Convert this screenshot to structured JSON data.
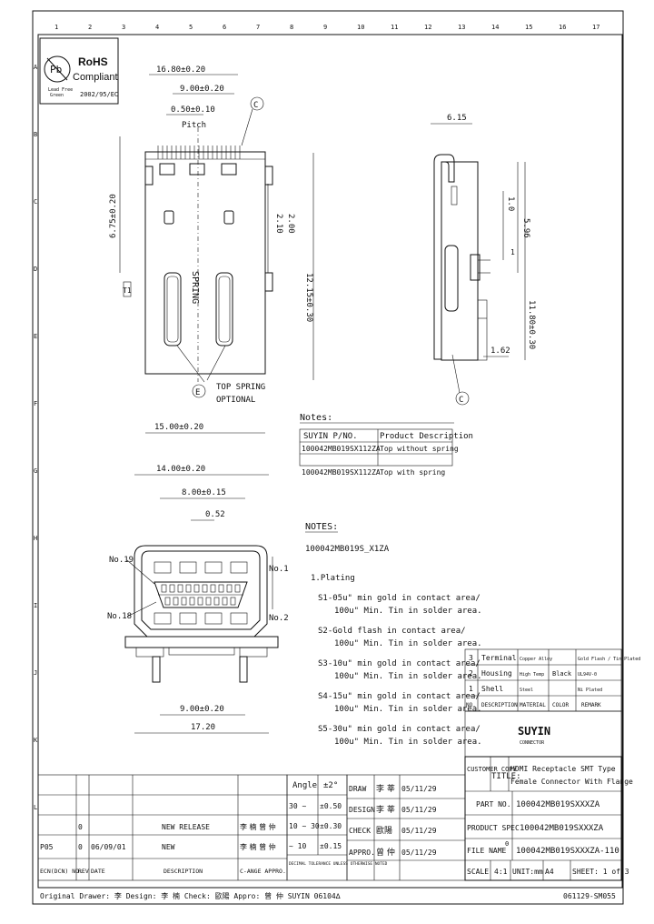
{
  "frame": {
    "columns": [
      "1",
      "2",
      "3",
      "4",
      "5",
      "6",
      "7",
      "8",
      "9",
      "10",
      "11",
      "12",
      "13",
      "14",
      "15",
      "16",
      "17"
    ],
    "rows": [
      "A",
      "B",
      "C",
      "D",
      "E",
      "F",
      "G",
      "H",
      "I",
      "J",
      "K",
      "L"
    ]
  },
  "rohs": {
    "title": "RoHS",
    "subtitle": "Compliant",
    "code": "2002/95/EC",
    "pb_text": "Pb",
    "pb_label_1": "Lead Free",
    "pb_label_2": "Green"
  },
  "top_view": {
    "dim_overall": "16.80±0.20",
    "dim_inner": "9.00±0.20",
    "dim_pitch": "0.50±0.10",
    "pitch_label": "Pitch",
    "dim_left_vert": "6.75±0.20",
    "dim_right_1": "2.10",
    "dim_right_2": "2.00",
    "dim_right_total": "12.15±0.30",
    "dim_bottom": "15.00±0.20",
    "spring_text": "SPRING",
    "balloon_c": "C",
    "balloon_e": "E",
    "side_mark": "T1",
    "top_spring_label": "TOP SPRING",
    "top_spring_label2": "OPTIONAL"
  },
  "side_view": {
    "dim_top": "6.15",
    "dim_vert_1": "1.0",
    "dim_vert_2": "5.96",
    "dim_vert_3": "1",
    "dim_vert_total": "11.80±0.30",
    "dim_low": "1.62",
    "balloon_c": "C"
  },
  "notes": {
    "title": "Notes:",
    "col_pn": "SUYIN P/NO.",
    "col_desc": "Product Description",
    "rows": [
      {
        "pn": "100042MB019SX112ZA",
        "desc": "Top without spring"
      },
      {
        "pn": "100042MB019SX112ZA",
        "desc": "Top with spring"
      }
    ]
  },
  "front_view": {
    "dim_top": "14.00±0.20",
    "dim_inner": "8.00±0.15",
    "dim_small": "0.52",
    "dim_lower": "9.00±0.20",
    "dim_bottom": "17.20",
    "label_no19": "No.19",
    "label_no18": "No.18",
    "label_no1": "No.1",
    "label_no2": "No.2"
  },
  "plating": {
    "title": "NOTES:",
    "part": "100042MB019S_X1ZA",
    "heading": "1.Plating",
    "items": [
      [
        "S1-05u\" min gold in contact area/",
        "100u\" Min. Tin in solder area."
      ],
      [
        "S2-Gold flash in contact area/",
        "100u\" Min. Tin in solder area."
      ],
      [
        "S3-10u\" min gold in contact area/",
        "100u\" Min. Tin in solder area."
      ],
      [
        "S4-15u\" min gold in contact area/",
        "100u\" Min. Tin in solder area."
      ],
      [
        "S5-30u\" min gold in contact area/",
        "100u\" Min. Tin in solder area."
      ]
    ]
  },
  "bom": {
    "rows": [
      {
        "no": "3",
        "desc": "Terminal",
        "material": "Copper Alloy",
        "color": "",
        "remark": "Gold Flash / Tin Plated"
      },
      {
        "no": "2",
        "desc": "Housing",
        "material": "High Temp",
        "color": "Black",
        "remark": "UL94V-0"
      },
      {
        "no": "1",
        "desc": "Shell",
        "material": "Steel",
        "color": "",
        "remark": "Ni Plated"
      }
    ],
    "headers": [
      "NO.",
      "DESCRIPTION",
      "MATERIAL",
      "COLOR",
      "REMARK"
    ]
  },
  "company": {
    "name": "SUYIN",
    "sub": "CONNECTOR"
  },
  "title_block": {
    "customer_label": "CUSTOMER COPY",
    "title_label": "TITLE:",
    "title_line1": "HDMI Receptacle SMT Type",
    "title_line2": "Female Connector With Flange",
    "part_label": "PART NO.",
    "part_value": "100042MB019SXXXZA",
    "spec_label": "PRODUCT SPEC",
    "spec_value": "100042MB019SXXXZA",
    "file_label": "FILE NAME",
    "file_rev": "0",
    "file_value": "100042MB019SXXXZA-110",
    "scale_label": "SCALE",
    "scale_value": "4:1",
    "unit_label": "UNIT:mm",
    "size_label": "A4",
    "sheet_label": "SHEET: 1 of 3"
  },
  "tolerance": {
    "angle_label": "Angle",
    "angle_value": "±2°",
    "ranges": [
      {
        "range": "30 ~",
        "tol": "±0.50"
      },
      {
        "range": "10 ~ 30",
        "tol": "±0.30"
      },
      {
        "range": "~ 10",
        "tol": "±0.15"
      }
    ],
    "note": "DECIMAL TOLERANCE UNLESS OTHERWISE NOTED"
  },
  "approvals": [
    {
      "role": "DRAW",
      "name": "李 莘",
      "date": "05/11/29"
    },
    {
      "role": "DESIGN",
      "name": "李 莘",
      "date": "05/11/29"
    },
    {
      "role": "CHECK",
      "name": "歐陽",
      "date": "05/11/29"
    },
    {
      "role": "APPRO.",
      "name": "曾 仲",
      "date": "05/11/29"
    }
  ],
  "revisions": {
    "headers": [
      "ECN(DCN) NO.",
      "REV",
      "DATE",
      "DESCRIPTION",
      "C-ANGE APPRO."
    ],
    "rows": [
      {
        "ecn": "",
        "rev": "0",
        "date": "",
        "desc": "NEW RELEASE",
        "appro": "李 楠 曾 仲"
      },
      {
        "ecn": "P05",
        "rev": "0",
        "date": "06/09/01",
        "desc": "NEW",
        "appro": "李 楠 曾 仲"
      }
    ]
  },
  "footer": {
    "left": "Original Drawer: 李 Design: 李 楠 Check: 歐陽 Appro: 曾 仲 SUYIN 06104∆",
    "right": "061129-SM055"
  }
}
